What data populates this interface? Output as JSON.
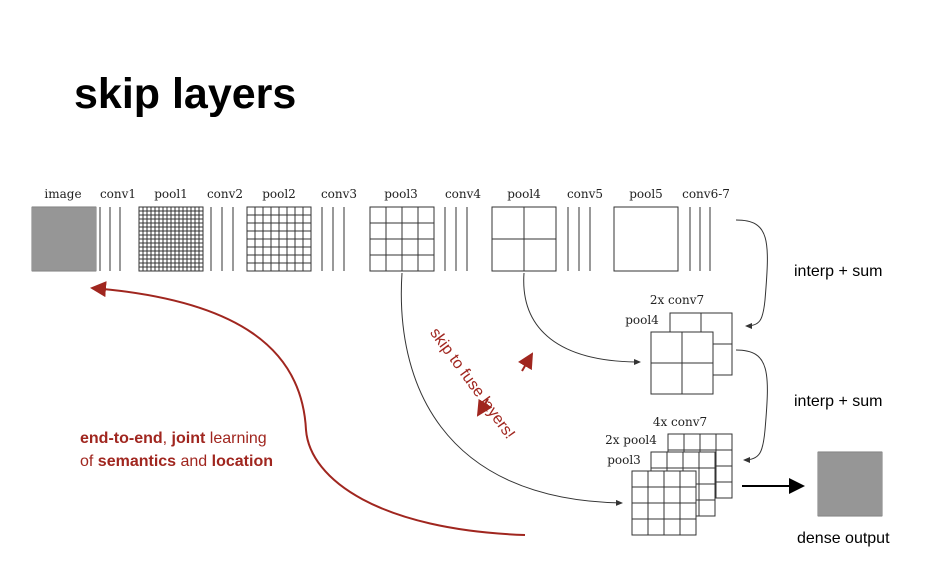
{
  "slide": {
    "title": "skip layers"
  },
  "pipeline_labels": [
    "image",
    "conv1",
    "pool1",
    "conv2",
    "pool2",
    "conv3",
    "pool3",
    "conv4",
    "pool4",
    "conv5",
    "pool5",
    "conv6-7"
  ],
  "stack_labels": {
    "mid_top": "2x conv7",
    "mid_side": "pool4",
    "bot_top": "4x conv7",
    "bot_mid": "2x pool4",
    "bot_side": "pool3"
  },
  "annotations": {
    "interp_sum_1": "interp + sum",
    "interp_sum_2": "interp + sum",
    "skip_text": "skip to fuse layers!",
    "dense_output": "dense output"
  },
  "learning_note": {
    "line1_bold1": "end-to-end",
    "line1_sep": ", ",
    "line1_bold2": "joint",
    "line1_rest": " learning",
    "line2_pre": "of ",
    "line2_bold1": "semantics",
    "line2_mid": " and ",
    "line2_bold2": "location"
  },
  "colors": {
    "accent_red": "#a0261f",
    "line": "#333333"
  }
}
